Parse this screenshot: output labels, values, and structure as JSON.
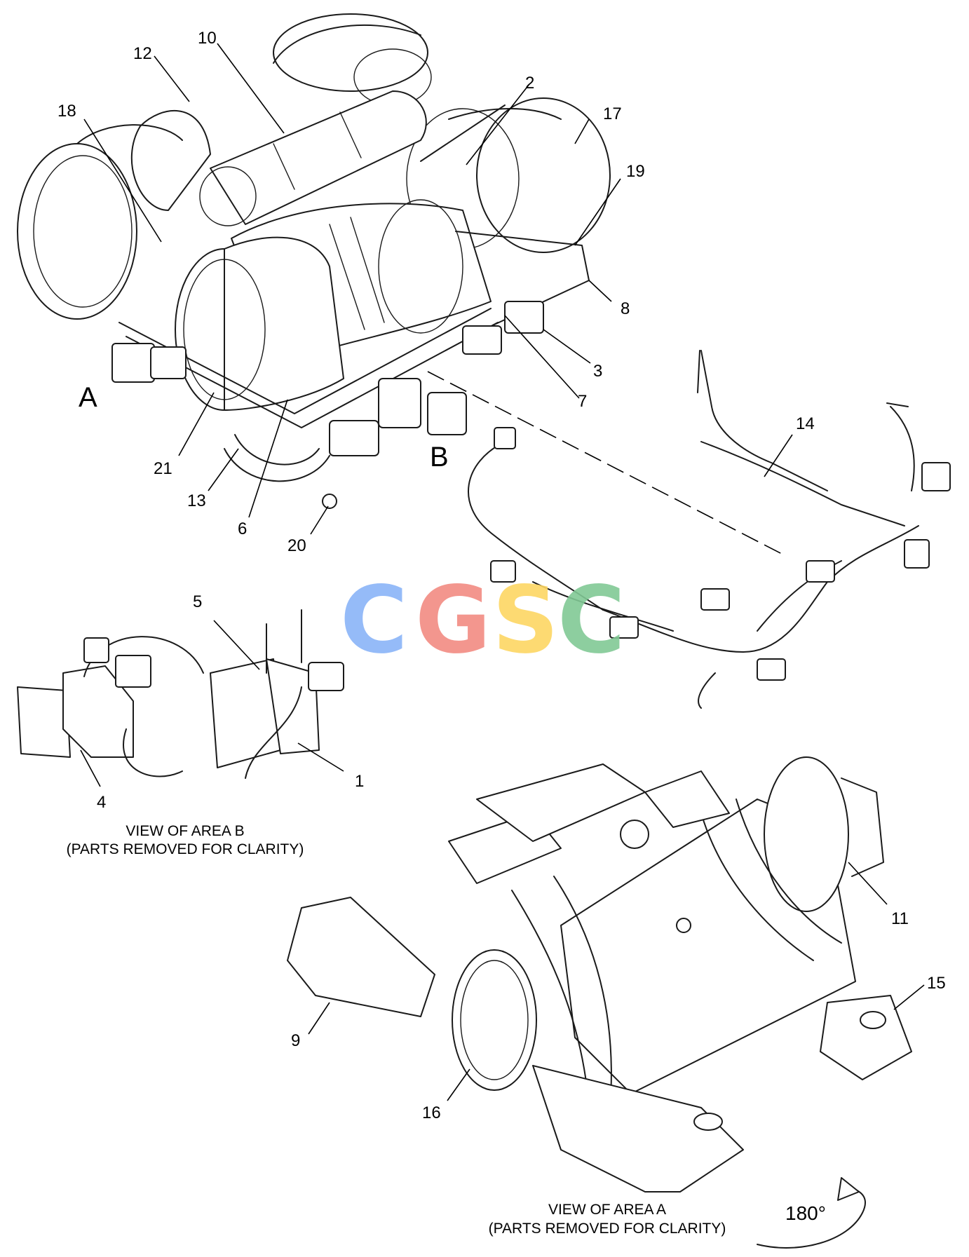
{
  "callouts": [
    "12",
    "10",
    "18",
    "2",
    "17",
    "19",
    "8",
    "3",
    "7",
    "14",
    "A",
    "B",
    "21",
    "13",
    "6",
    "20",
    "5",
    "1",
    "4",
    "11",
    "15",
    "9",
    "16"
  ],
  "captions": {
    "area_b_line1": "VIEW OF AREA B",
    "area_b_line2": "(PARTS REMOVED FOR CLARITY)",
    "area_a_line1": "VIEW OF AREA  A",
    "area_a_line2": "(PARTS REMOVED FOR CLARITY)",
    "rotation": "180°"
  },
  "watermark": {
    "letters": [
      "C",
      "G",
      "S",
      "C"
    ],
    "colors": [
      "#8ab4f8",
      "#f28b82",
      "#fdd663",
      "#81c995"
    ]
  }
}
